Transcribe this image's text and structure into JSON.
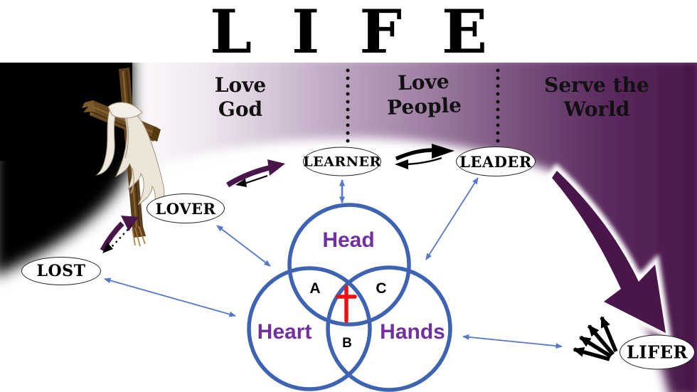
{
  "title": "LIFE",
  "banner": {
    "sections": [
      {
        "label": "Love\nGod"
      },
      {
        "label": "Love\nPeople"
      },
      {
        "label": "Serve the\nWorld"
      }
    ]
  },
  "stages": [
    {
      "label": "LOST"
    },
    {
      "label": "LOVER"
    },
    {
      "label": "LEARNER"
    },
    {
      "label": "LEADER"
    },
    {
      "label": "LIFER"
    }
  ],
  "venn": {
    "circle_labels": [
      {
        "label": "Head"
      },
      {
        "label": "Heart"
      },
      {
        "label": "Hands"
      }
    ],
    "region_labels": [
      {
        "label": "A"
      },
      {
        "label": "B"
      },
      {
        "label": "C"
      }
    ]
  },
  "icons": {
    "center_cross": "red-cross-icon",
    "shrouded_cross": "cross-with-shroud-image"
  },
  "colors": {
    "banner_dark_purple": "#471546",
    "banner_mid_purple": "#a183a5",
    "banner_light": "#efe7f0",
    "black_corner": "#000000",
    "venn_circle_blue": "#3d63b2",
    "venn_label_purple": "#7030a0",
    "connector_blue": "#5577cc",
    "flow_arrow_purple": "#4a154a",
    "center_cross_red": "#ee1111"
  }
}
